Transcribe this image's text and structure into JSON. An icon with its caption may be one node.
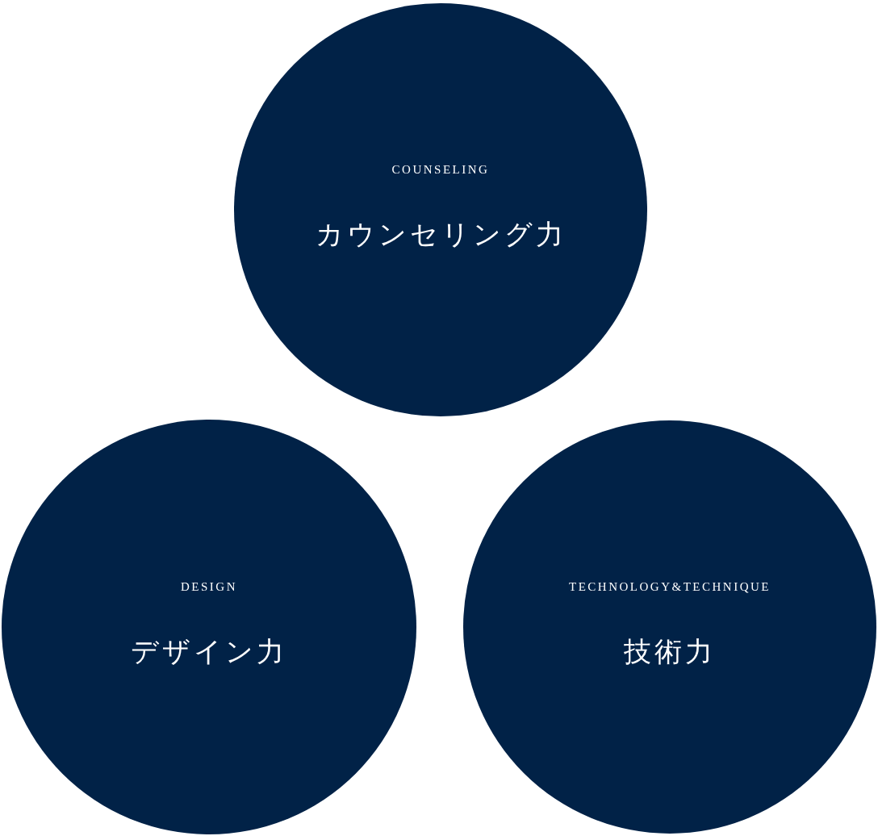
{
  "diagram": {
    "nodes": [
      {
        "text": [
          "COUNSELING",
          "カウンセリング力"
        ]
      },
      {
        "text": [
          "DESIGN",
          "デザイン力"
        ]
      },
      {
        "text": [
          "TECHNOLOGY&TECHNIQUE",
          "技術力"
        ]
      }
    ]
  }
}
